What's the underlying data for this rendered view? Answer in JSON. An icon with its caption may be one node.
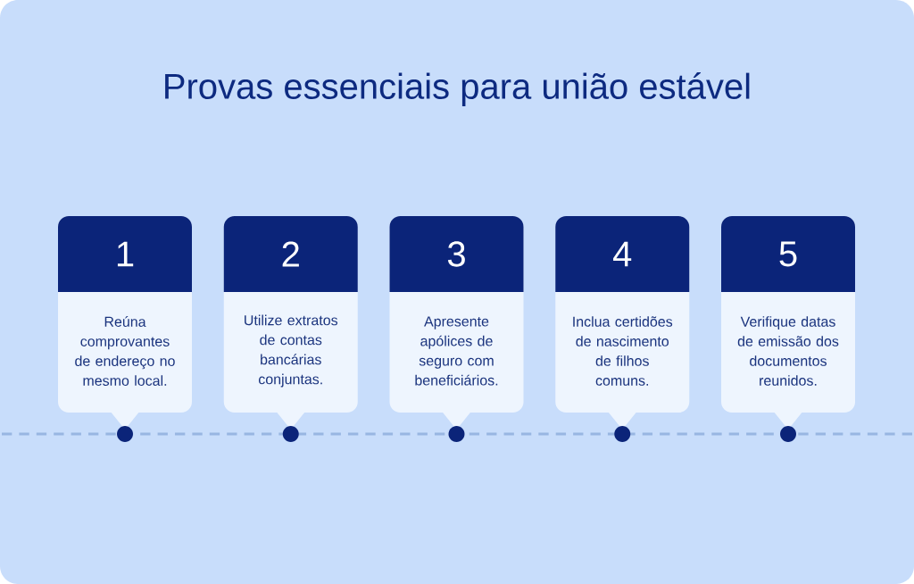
{
  "diagram": {
    "title": "Provas essenciais para união estável",
    "nodes": [
      {
        "text": [
          "1",
          "Reúna comprovantes de endereço no mesmo local."
        ]
      },
      {
        "text": [
          "2",
          "Utilize extratos de contas bancárias conjuntas."
        ]
      },
      {
        "text": [
          "3",
          "Apresente apólices de seguro com beneficiários."
        ]
      },
      {
        "text": [
          "4",
          "Inclua certidões de nascimento de filhos comuns."
        ]
      },
      {
        "text": [
          "5",
          "Verifique datas de emissão dos documentos reunidos."
        ]
      }
    ]
  }
}
